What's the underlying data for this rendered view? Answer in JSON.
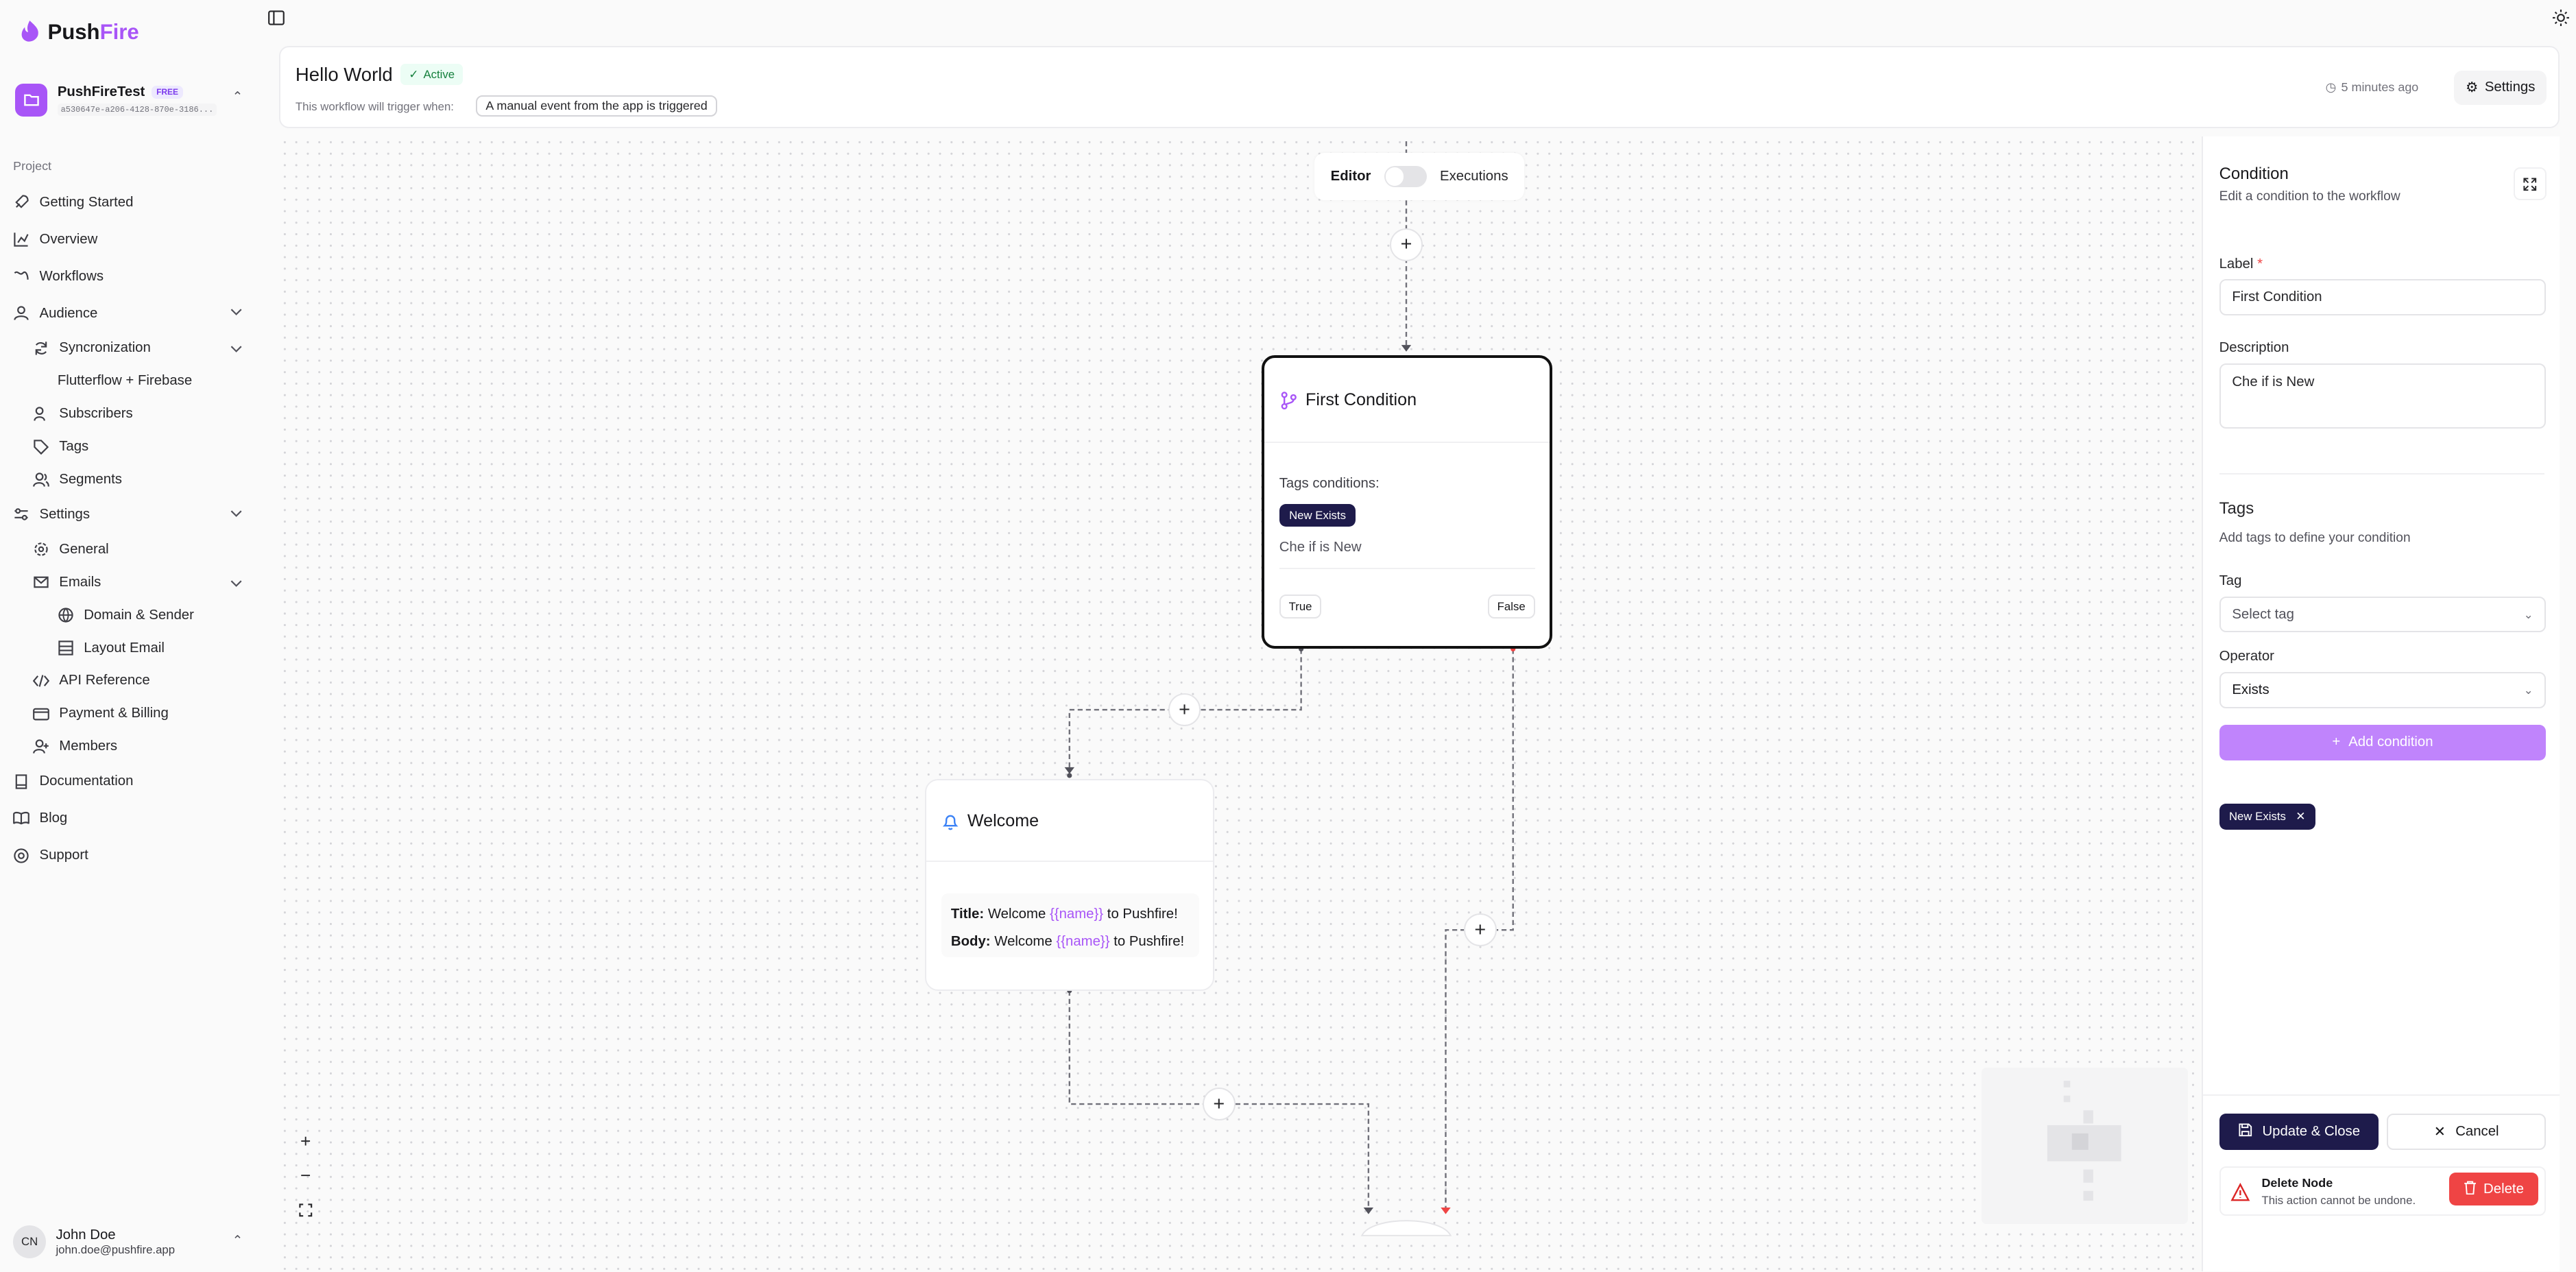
{
  "app": {
    "brand_a": "Push",
    "brand_b": "Fire"
  },
  "team": {
    "name": "PushFireTest",
    "plan": "FREE",
    "id": "a530647e-a206-4128-870e-3186..."
  },
  "sidebar": {
    "section": "Project",
    "items": [
      {
        "label": "Getting Started",
        "icon": "rocket-icon"
      },
      {
        "label": "Overview",
        "icon": "chart-icon"
      },
      {
        "label": "Workflows",
        "icon": "workflow-icon"
      },
      {
        "label": "Audience",
        "icon": "user-icon"
      },
      {
        "label": "Syncronization",
        "icon": "sync-icon"
      },
      {
        "label": "Flutterflow + Firebase"
      },
      {
        "label": "Subscribers",
        "icon": "user-icon"
      },
      {
        "label": "Tags",
        "icon": "tag-icon"
      },
      {
        "label": "Segments",
        "icon": "users-icon"
      },
      {
        "label": "Settings",
        "icon": "settings-icon"
      },
      {
        "label": "General",
        "icon": "gear-icon"
      },
      {
        "label": "Emails",
        "icon": "mail-icon"
      },
      {
        "label": "Domain & Sender",
        "icon": "globe-icon"
      },
      {
        "label": "Layout Email",
        "icon": "layout-icon"
      },
      {
        "label": "API Reference",
        "icon": "code-icon"
      },
      {
        "label": "Payment & Billing",
        "icon": "card-icon"
      },
      {
        "label": "Members",
        "icon": "user-plus-icon"
      },
      {
        "label": "Documentation",
        "icon": "book-icon"
      },
      {
        "label": "Blog",
        "icon": "book-open-icon"
      },
      {
        "label": "Support",
        "icon": "life-buoy-icon"
      }
    ]
  },
  "user": {
    "initials": "CN",
    "name": "John Doe",
    "email": "john.doe@pushfire.app"
  },
  "header": {
    "title": "Hello World",
    "status": "Active",
    "trigger_label": "This workflow will trigger when:",
    "trigger_value": "A manual event from the app is triggered",
    "updated": "5 minutes ago",
    "settings": "Settings"
  },
  "canvas": {
    "editor": "Editor",
    "executions": "Executions",
    "condition_node": {
      "title": "First Condition",
      "tags_label": "Tags conditions:",
      "chip": "New Exists",
      "description": "Che if is New",
      "true": "True",
      "false": "False"
    },
    "welcome_node": {
      "title": "Welcome",
      "title_label": "Title:",
      "body_label": "Body:",
      "prefix": "Welcome",
      "var": "{{name}}",
      "suffix": "to Pushfire!"
    }
  },
  "panel": {
    "title": "Condition",
    "subtitle": "Edit a condition to the workflow",
    "label_label": "Label",
    "label_required": "*",
    "label_value": "First Condition",
    "description_label": "Description",
    "description_value": "Che if is New",
    "tags_title": "Tags",
    "tags_subtitle": "Add tags to define your condition",
    "tag_label": "Tag",
    "tag_placeholder": "Select tag",
    "operator_label": "Operator",
    "operator_value": "Exists",
    "add_condition": "Add condition",
    "chip": "New Exists",
    "update": "Update & Close",
    "cancel": "Cancel",
    "delete_title": "Delete Node",
    "delete_sub": "This action cannot be undone.",
    "delete": "Delete"
  },
  "colors": {
    "accent": "#a855f7",
    "dark": "#1e1b4b",
    "danger": "#ef4444",
    "success": "#15803d"
  }
}
